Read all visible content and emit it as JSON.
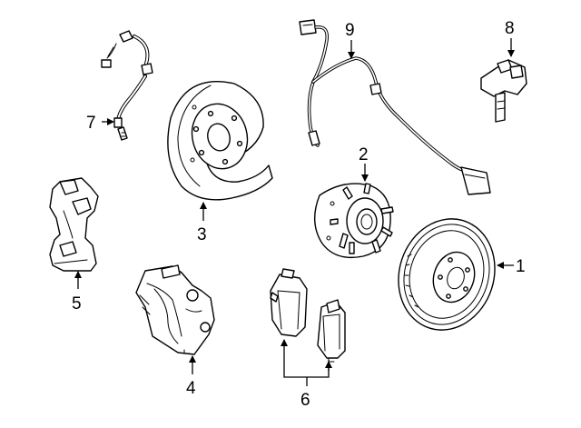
{
  "callouts": {
    "c1": "1",
    "c2": "2",
    "c3": "3",
    "c4": "4",
    "c5": "5",
    "c6": "6",
    "c7": "7",
    "c8": "8",
    "c9": "9"
  },
  "colors": {
    "line": "#000000",
    "background": "#ffffff",
    "shading": "#d9d9d9"
  }
}
